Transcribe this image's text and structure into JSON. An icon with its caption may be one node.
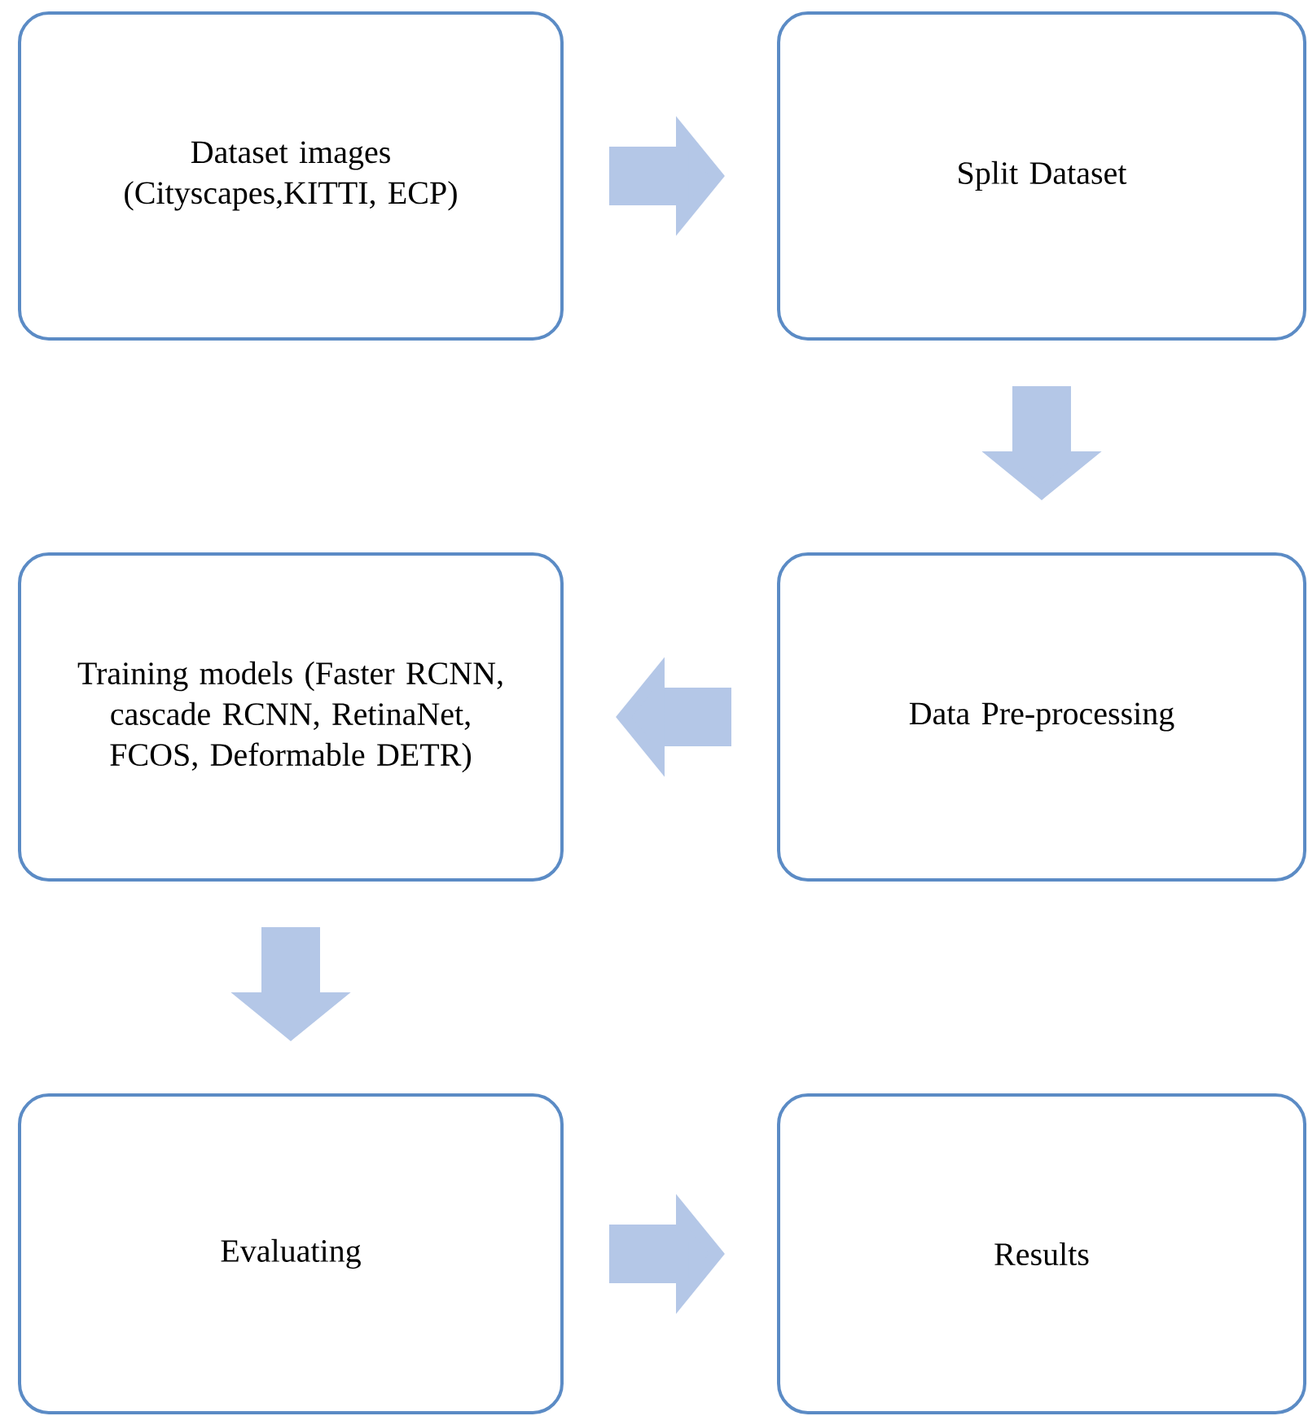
{
  "diagram": {
    "nodes": [
      {
        "text": [
          "Dataset images (Cityscapes,KITTI, ECP)"
        ]
      },
      {
        "text": [
          "Split Dataset"
        ]
      },
      {
        "text": [
          "Data Pre-processing"
        ]
      },
      {
        "text": [
          "Training models (Faster RCNN, cascade RCNN, RetinaNet, FCOS, Deformable DETR)"
        ]
      },
      {
        "text": [
          "Evaluating"
        ]
      },
      {
        "text": [
          "Results"
        ]
      }
    ],
    "edges": [
      {
        "from": 0,
        "to": 1,
        "arrow": "to"
      },
      {
        "from": 1,
        "to": 2,
        "arrow": "to"
      },
      {
        "from": 2,
        "to": 3,
        "arrow": "to"
      },
      {
        "from": 3,
        "to": 4,
        "arrow": "to"
      },
      {
        "from": 4,
        "to": 5,
        "arrow": "to"
      }
    ]
  }
}
